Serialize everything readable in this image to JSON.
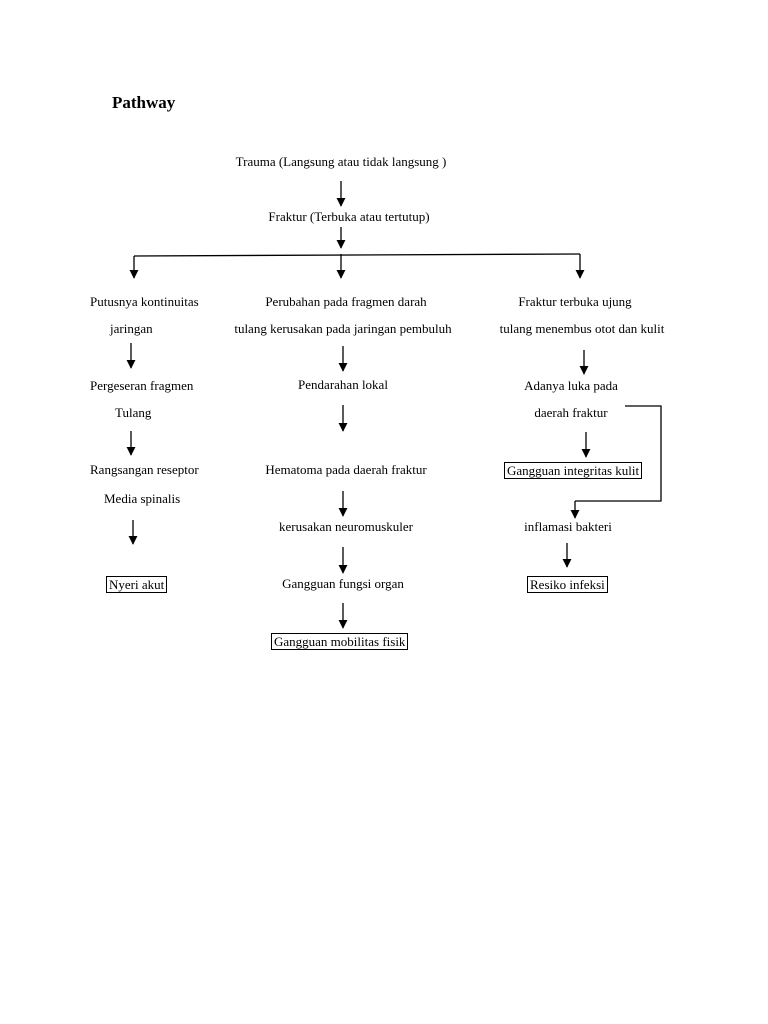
{
  "title": "Pathway",
  "top": {
    "trauma": "Trauma (Langsung atau tidak langsung )",
    "fraktur": "Fraktur (Terbuka atau tertutup)"
  },
  "left": {
    "n1_line1": "Putusnya kontinuitas",
    "n1_line2": "jaringan",
    "n2_line1": "Pergeseran fragmen",
    "n2_line2": "Tulang",
    "n3_line1": "Rangsangan reseptor",
    "n3_line2": "Media spinalis",
    "result": "Nyeri akut"
  },
  "middle": {
    "n1_line1": "Perubahan pada fragmen darah",
    "n1_line2": "tulang kerusakan pada jaringan  pembuluh",
    "n2": "Pendarahan lokal",
    "n3": "Hematoma pada daerah fraktur",
    "n4": "kerusakan neuromuskuler",
    "n5": "Gangguan fungsi organ",
    "result": "Gangguan mobilitas fisik"
  },
  "right": {
    "n1_line1": "Fraktur terbuka ujung",
    "n1_line2": "tulang menembus otot dan kulit",
    "n2_line1": "Adanya luka pada",
    "n2_line2": "daerah fraktur",
    "result1": "Gangguan integritas kulit",
    "n3": "inflamasi bakteri",
    "result2": "Resiko infeksi"
  }
}
